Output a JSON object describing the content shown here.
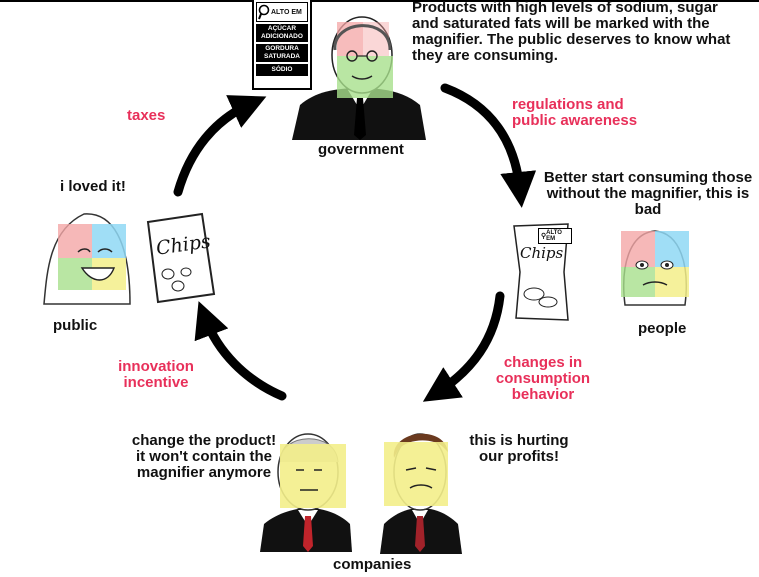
{
  "colors": {
    "accent_red": "#e8305a",
    "quad_pink": "#f4a6a6",
    "quad_blue": "#8fd8f5",
    "quad_green": "#a8e08c",
    "quad_yellow": "#f3ee8a"
  },
  "government": {
    "label": "government",
    "statement": "Products with high levels of sodium, sugar and saturated fats will be marked with the magnifier. The public deserves to know what they are consuming."
  },
  "warning_label": {
    "header": "ALTO EM",
    "items": [
      "AÇÚCAR ADICIONADO",
      "GORDURA SATURADA",
      "SÓDIO"
    ]
  },
  "people": {
    "label": "people",
    "statement": "Better start consuming those without the magnifier, this is bad"
  },
  "companies": {
    "label": "companies",
    "left_statement": "change the product! it won't contain the magnifier anymore",
    "right_statement": "this is hurting our profits!"
  },
  "public": {
    "label": "public",
    "statement": "i loved it!"
  },
  "chips_bag": {
    "brand": "Chips",
    "mini_label": "ALTO EM"
  },
  "arrows": {
    "taxes": "taxes",
    "regulations": "regulations and public awareness",
    "changes": "changes in consumption behavior",
    "innovation": "innovation incentive"
  }
}
